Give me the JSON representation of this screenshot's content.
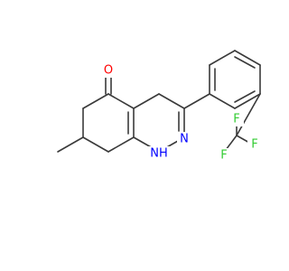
{
  "molecule": {
    "atom_labels": {
      "carbonyl_oxygen": "O",
      "ring_nitrogen": "N",
      "nh_group": "NH",
      "fluorine_top": "F",
      "fluorine_right": "F",
      "fluorine_bottom": "F"
    },
    "colors": {
      "bond": "#3a3a3a",
      "oxygen": "#ff0000",
      "nitrogen": "#0000ff",
      "fluorine": "#33cc33"
    }
  }
}
